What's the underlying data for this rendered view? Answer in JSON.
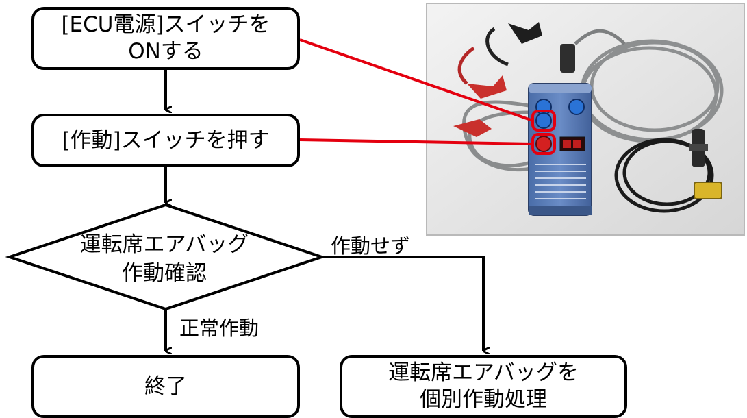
{
  "flow": {
    "ecu_box": [
      "[ECU電源]スイッチを",
      "ONする"
    ],
    "activate_box": "[作動]スイッチを押す",
    "decision": [
      "運転席エアバッグ",
      "作動確認"
    ],
    "end_box": "終了",
    "individual_box": [
      "運転席エアバッグを",
      "個別作動処理"
    ],
    "branch_no": "作動せず",
    "branch_yes": "正常作動"
  },
  "colors": {
    "connector_line": "#e4000f",
    "device_body": "#5b7fb8",
    "button_blue": "#2a73d6",
    "button_red": "#d42020"
  },
  "icons": {
    "photo": "airbag-deployment-tool-photo"
  }
}
